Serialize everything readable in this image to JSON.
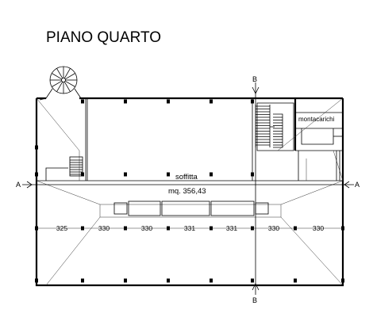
{
  "title": "PIANO QUARTO",
  "rooms": {
    "main_name": "soffitta",
    "main_area": "mq. 356,43",
    "lift": "montacarichi"
  },
  "section_lines": {
    "horizontal": "A",
    "vertical": "B"
  },
  "dimensions": [
    "325",
    "330",
    "330",
    "331",
    "331",
    "330",
    "330"
  ]
}
